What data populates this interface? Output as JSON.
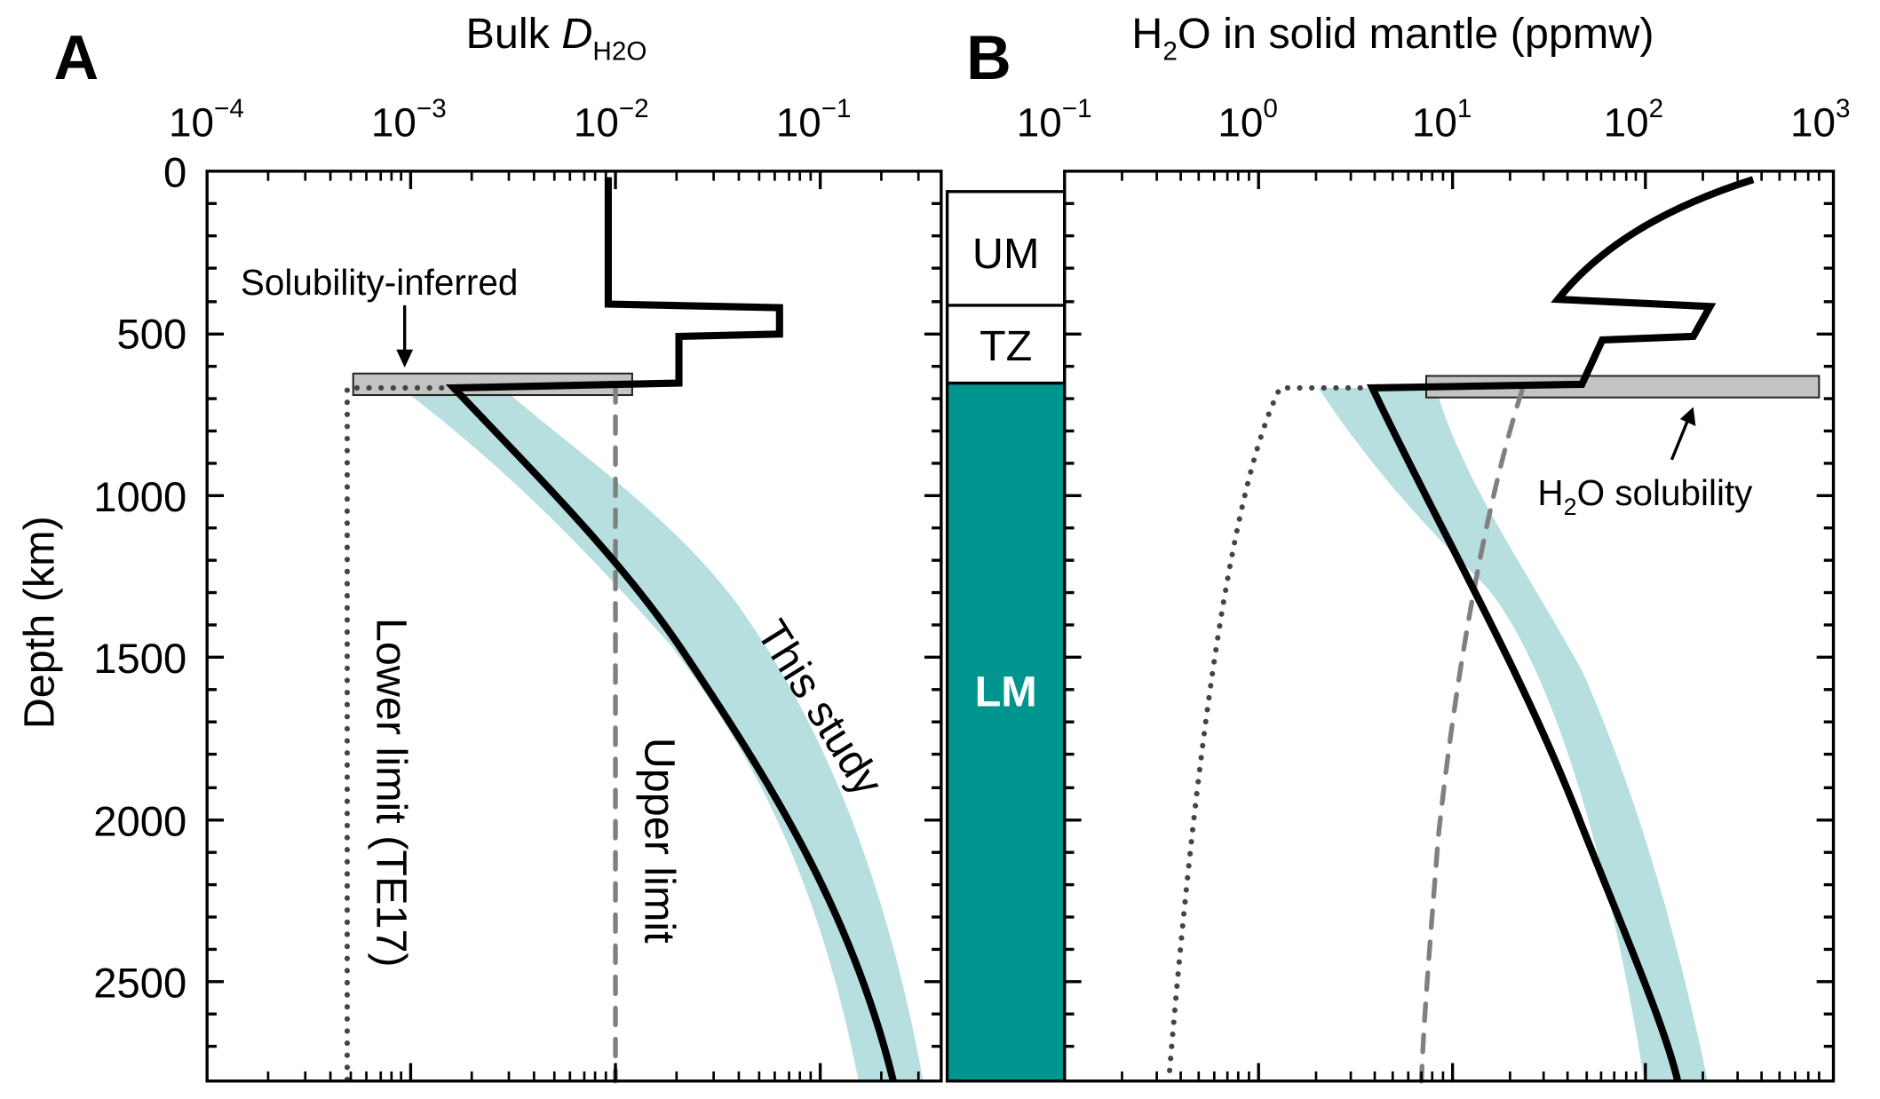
{
  "figure": {
    "panel_a": {
      "letter": "A",
      "title_main": "Bulk ",
      "title_italic": "D",
      "title_sub": "H2O",
      "x_ticks": [
        {
          "base": "10",
          "exp": "−4"
        },
        {
          "base": "10",
          "exp": "−3"
        },
        {
          "base": "10",
          "exp": "−2"
        },
        {
          "base": "10",
          "exp": "−1"
        }
      ],
      "annotations": {
        "solubility_inferred": "Solubility-inferred",
        "lower_limit": "Lower limit (TE17)",
        "upper_limit": "Upper limit",
        "this_study": "This study"
      }
    },
    "panel_b": {
      "letter": "B",
      "title_pre": "H",
      "title_sub": "2",
      "title_post": "O in solid mantle (ppmw)",
      "x_ticks": [
        {
          "base": "10",
          "exp": "−1"
        },
        {
          "base": "10",
          "exp": "0"
        },
        {
          "base": "10",
          "exp": "1"
        },
        {
          "base": "10",
          "exp": "2"
        },
        {
          "base": "10",
          "exp": "3"
        }
      ],
      "annotations": {
        "h2o_solubility_pre": "H",
        "h2o_solubility_sub": "2",
        "h2o_solubility_post": "O solubility"
      }
    },
    "y_axis": {
      "label": "Depth (km)",
      "ticks": [
        "0",
        "500",
        "1000",
        "1500",
        "2000",
        "2500"
      ]
    },
    "layers": {
      "um": "UM",
      "tz": "TZ",
      "lm": "LM"
    },
    "colors": {
      "teal": "#00948f",
      "band": "#b7dfdf",
      "box_fill": "#c4c4c4",
      "dotted": "#444444",
      "dashed": "#808080"
    }
  },
  "chart_data": [
    {
      "type": "line",
      "title": "A — Bulk D_H2O vs depth",
      "xlabel": "Bulk D_H2O",
      "ylabel": "Depth (km)",
      "xscale": "log",
      "xlim": [
        0.0001,
        0.4
      ],
      "ylim": [
        2800,
        0
      ],
      "x_tick_labels": [
        "10^-4",
        "10^-3",
        "10^-2",
        "10^-1"
      ],
      "y_tick_labels": [
        "0",
        "500",
        "1000",
        "1500",
        "2000",
        "2500"
      ],
      "series": [
        {
          "name": "This study",
          "style": "solid black",
          "points": [
            [
              0.0085,
              0
            ],
            [
              0.0085,
              410
            ],
            [
              0.063,
              420
            ],
            [
              0.063,
              520
            ],
            [
              0.02,
              530
            ],
            [
              0.02,
              650
            ],
            [
              0.0016,
              665
            ],
            [
              0.004,
              900
            ],
            [
              0.011,
              1200
            ],
            [
              0.03,
              1500
            ],
            [
              0.07,
              1800
            ],
            [
              0.12,
              2100
            ],
            [
              0.18,
              2400
            ],
            [
              0.24,
              2800
            ]
          ]
        },
        {
          "name": "This study uncertainty band",
          "style": "light teal fill",
          "lower": [
            [
              0.0011,
              665
            ],
            [
              0.003,
              900
            ],
            [
              0.01,
              1200
            ],
            [
              0.028,
              1500
            ],
            [
              0.06,
              1800
            ],
            [
              0.1,
              2100
            ],
            [
              0.14,
              2400
            ],
            [
              0.17,
              2800
            ]
          ],
          "upper": [
            [
              0.0035,
              665
            ],
            [
              0.008,
              900
            ],
            [
              0.016,
              1200
            ],
            [
              0.035,
              1500
            ],
            [
              0.08,
              1800
            ],
            [
              0.15,
              2100
            ],
            [
              0.24,
              2400
            ],
            [
              0.32,
              2800
            ]
          ]
        },
        {
          "name": "Lower limit (TE17)",
          "style": "dotted",
          "points": [
            [
              0.0016,
              665
            ],
            [
              0.00068,
              665
            ],
            [
              0.00068,
              2800
            ]
          ]
        },
        {
          "name": "Upper limit",
          "style": "dashed",
          "points": [
            [
              0.01,
              665
            ],
            [
              0.01,
              2800
            ]
          ]
        }
      ],
      "annotations": [
        {
          "text": "Solubility-inferred",
          "type": "box",
          "x_range": [
            0.0006,
            0.012
          ],
          "depth_range": [
            640,
            700
          ]
        }
      ]
    },
    {
      "type": "line",
      "title": "B — H2O in solid mantle (ppmw) vs depth",
      "xlabel": "H2O in solid mantle (ppmw)",
      "ylabel": "Depth (km)",
      "xscale": "log",
      "xlim": [
        0.1,
        1000
      ],
      "ylim": [
        2800,
        0
      ],
      "x_tick_labels": [
        "10^-1",
        "10^0",
        "10^1",
        "10^2",
        "10^3"
      ],
      "series": [
        {
          "name": "This study",
          "style": "solid black",
          "points": [
            [
              380,
              0
            ],
            [
              250,
              100
            ],
            [
              130,
              200
            ],
            [
              70,
              300
            ],
            [
              38,
              410
            ],
            [
              230,
              420
            ],
            [
              190,
              520
            ],
            [
              50,
              530
            ],
            [
              42,
              660
            ],
            [
              4,
              665
            ],
            [
              8,
              900
            ],
            [
              16,
              1200
            ],
            [
              30,
              1500
            ],
            [
              55,
              1800
            ],
            [
              85,
              2100
            ],
            [
              115,
              2400
            ],
            [
              150,
              2800
            ]
          ]
        },
        {
          "name": "Lower limit (TE17)",
          "style": "dotted",
          "points": [
            [
              4,
              665
            ],
            [
              1.5,
              665
            ],
            [
              1.2,
              800
            ],
            [
              0.9,
              1200
            ],
            [
              0.6,
              1800
            ],
            [
              0.45,
              2400
            ],
            [
              0.35,
              2800
            ]
          ]
        },
        {
          "name": "Upper limit",
          "style": "dashed",
          "points": [
            [
              25,
              665
            ],
            [
              20,
              900
            ],
            [
              15,
              1200
            ],
            [
              12,
              1700
            ],
            [
              9,
              2300
            ],
            [
              8,
              2800
            ]
          ]
        }
      ],
      "annotations": [
        {
          "text": "H2O solubility",
          "type": "box",
          "x_range": [
            8,
            850
          ],
          "depth_range": [
            640,
            700
          ]
        }
      ]
    },
    {
      "type": "table",
      "title": "Mantle layers",
      "rows": [
        {
          "layer": "UM",
          "depth_km": [
            60,
            410
          ]
        },
        {
          "layer": "TZ",
          "depth_km": [
            410,
            660
          ]
        },
        {
          "layer": "LM",
          "depth_km": [
            660,
            2800
          ]
        }
      ]
    }
  ]
}
